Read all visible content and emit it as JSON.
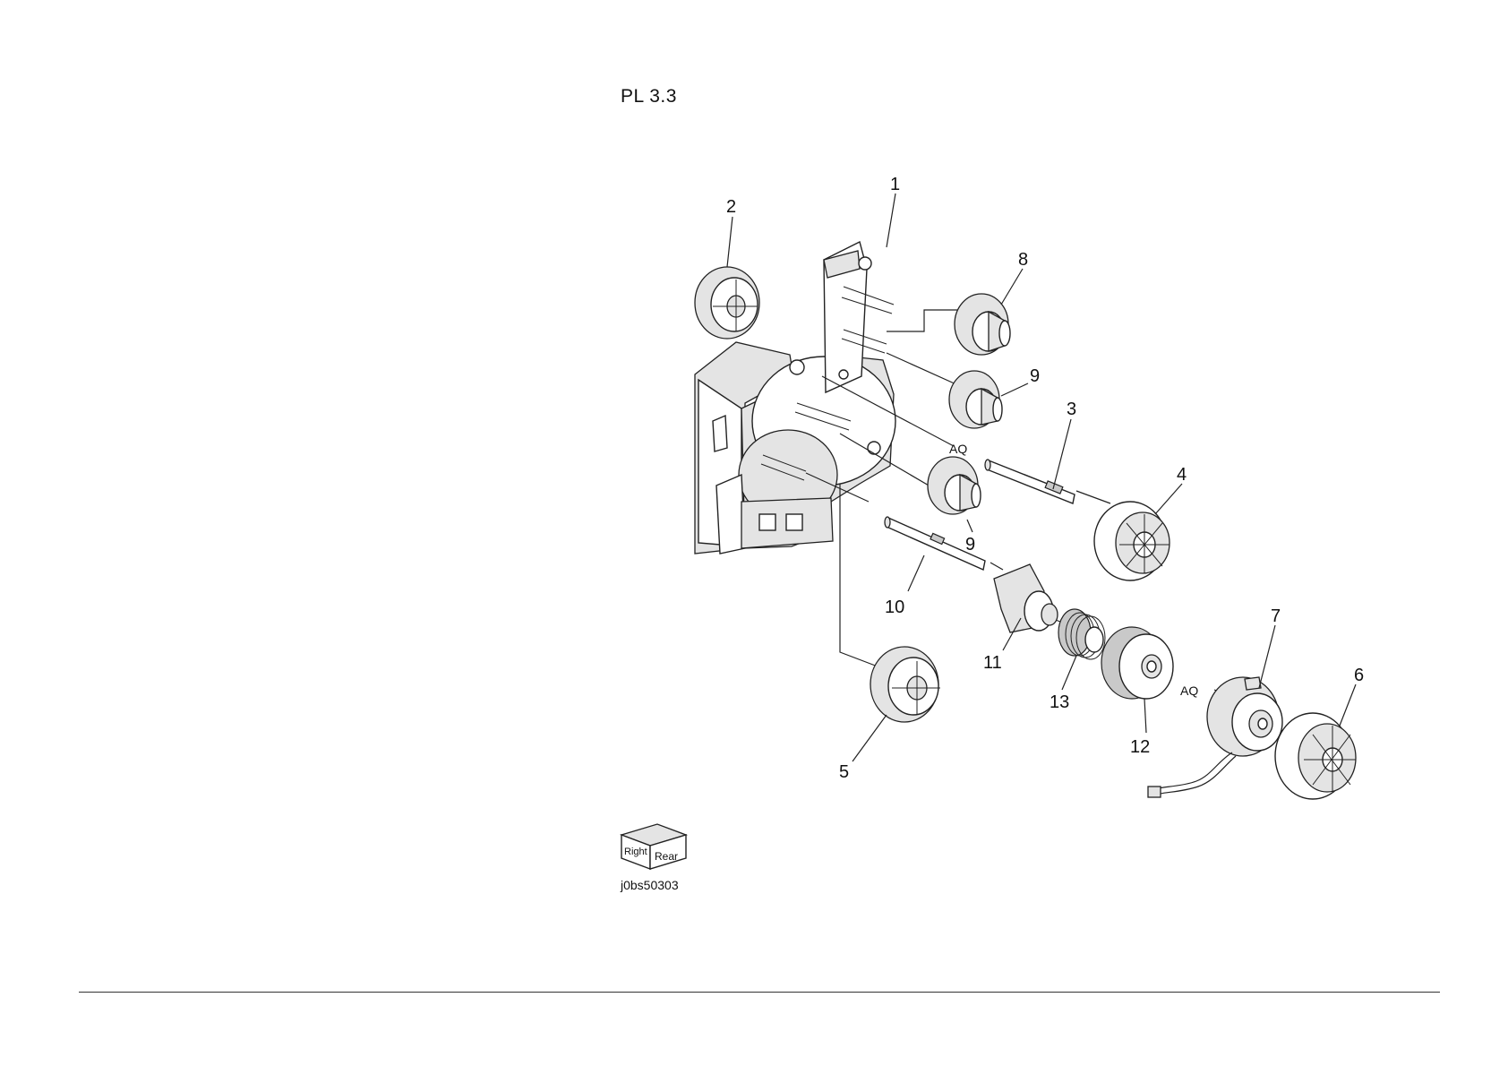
{
  "plate": {
    "title": "PL 3.3"
  },
  "figure": {
    "id": "j0bs50303",
    "orientation_icon": {
      "left": "Right",
      "right": "Rear"
    }
  },
  "callouts": {
    "c1": "1",
    "c2": "2",
    "c3": "3",
    "c4": "4",
    "c5": "5",
    "c6": "6",
    "c7": "7",
    "c8": "8",
    "c9a": "9",
    "c9b": "9",
    "c10": "10",
    "c11": "11",
    "c12": "12",
    "c13": "13"
  },
  "notes": {
    "aq1": "AQ",
    "aq2": "AQ"
  }
}
